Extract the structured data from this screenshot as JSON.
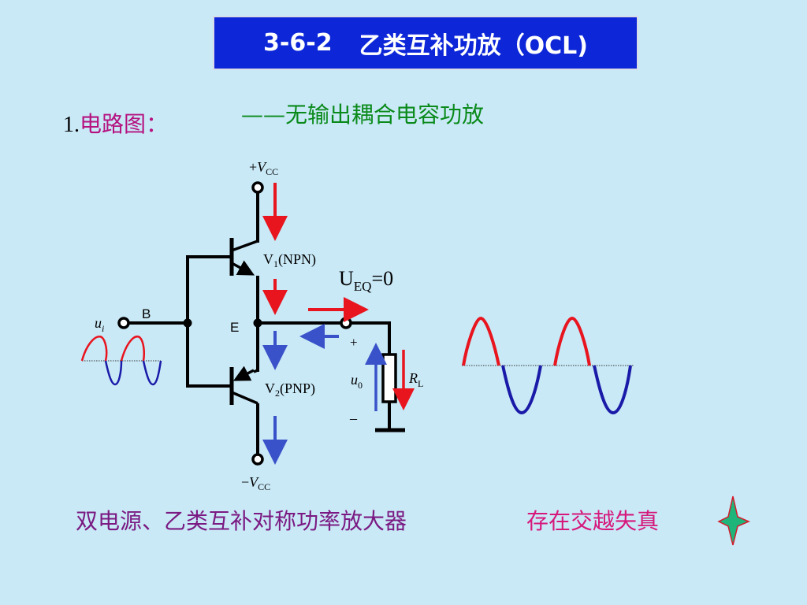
{
  "title": {
    "number": "3-6-2",
    "text": "乙类互补功放（OCL)"
  },
  "heading": {
    "number": "1.",
    "text": "电路图："
  },
  "subtitle": "——无输出耦合电容功放",
  "circuit": {
    "vcc_pos": {
      "sign": "+",
      "symbol": "V",
      "sub": "CC"
    },
    "vcc_neg": {
      "sign": "−",
      "symbol": "V",
      "sub": "CC"
    },
    "v1": {
      "prefix": "V",
      "sub": "1",
      "suffix": "(NPN)"
    },
    "v2": {
      "prefix": "V",
      "sub": "2",
      "suffix": "(PNP)"
    },
    "ueq": {
      "prefix": "U",
      "sub": "EQ",
      "suffix": "=0"
    },
    "node_b": "B",
    "node_e": "E",
    "ui": {
      "symbol": "u",
      "sub": "i"
    },
    "uo": {
      "symbol": "u",
      "sub": "0"
    },
    "rl": {
      "symbol": "R",
      "sub": "L"
    },
    "plus": "+",
    "minus": "–"
  },
  "bottom_left": "双电源、乙类互补对称功率放大器",
  "bottom_right": "存在交越失真",
  "colors": {
    "positive_half": "#e8141e",
    "negative_half": "#1a1aa8",
    "arrow_blue": "#3a52c9"
  }
}
